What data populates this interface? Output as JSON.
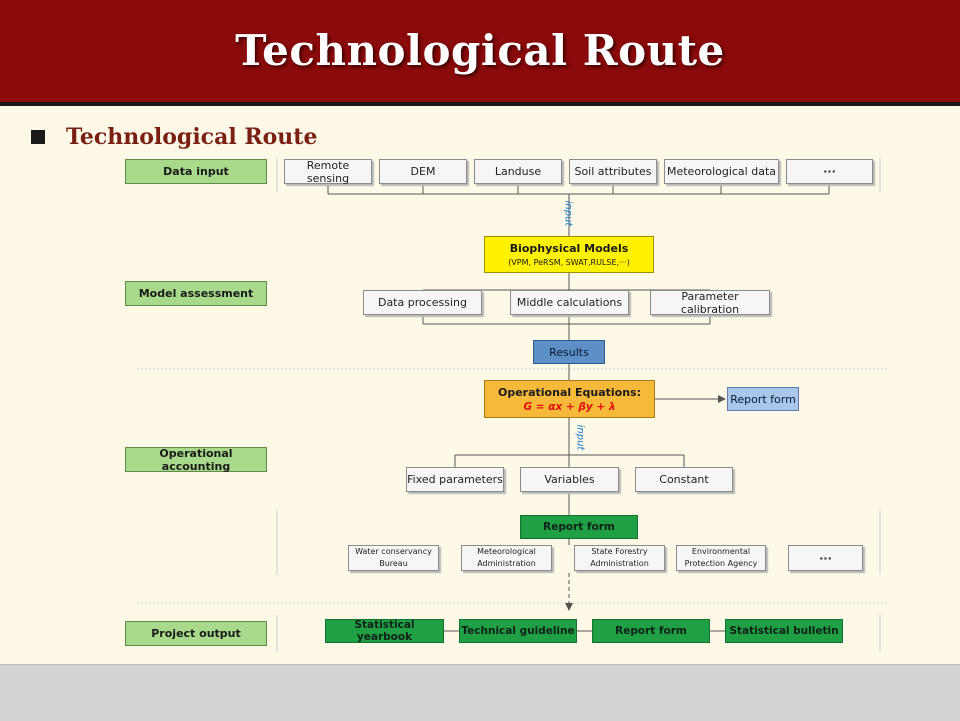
{
  "header": {
    "title": "Technological Route"
  },
  "subtitle": "Technological Route",
  "left_labels": {
    "data_input": "Data input",
    "model_assessment": "Model assessment",
    "operational_accounting": "Operational accounting",
    "project_output": "Project output"
  },
  "data_sources": [
    "Remote sensing",
    "DEM",
    "Landuse",
    "Soil attributes",
    "Meteorological data",
    "···"
  ],
  "input_label": "input",
  "biophysical": {
    "title": "Biophysical Models",
    "subtitle": "(VPM, PeRSM, SWAT,RULSE,···)"
  },
  "processing": [
    "Data processing",
    "Middle calculations",
    "Parameter calibration"
  ],
  "results": "Results",
  "operational": {
    "title": "Operational Equations:",
    "equation": "G = αx + βy + λ"
  },
  "report_form_side": "Report form",
  "params": [
    "Fixed parameters",
    "Variables",
    "Constant"
  ],
  "report_form_green": "Report form",
  "agencies": [
    {
      "line1": "Water conservancy",
      "line2": "Bureau"
    },
    {
      "line1": "Meteorological",
      "line2": "Administration"
    },
    {
      "line1": "State Forestry",
      "line2": "Administration"
    },
    {
      "line1": "Environmental",
      "line2": "Protection Agency"
    },
    {
      "line1": "···",
      "line2": ""
    }
  ],
  "outputs": [
    "Statistical yearbook",
    "Technical guideline",
    "Report form",
    "Statistical bulletin"
  ],
  "colors": {
    "header": "#8b0a0a",
    "light_green": "#a9d98a",
    "dark_green": "#1fa044",
    "yellow": "#fff200",
    "orange": "#f7b93a",
    "blue": "#5e8fc7",
    "equation_red": "#e0110a",
    "input_blue": "#1c7bd2"
  }
}
